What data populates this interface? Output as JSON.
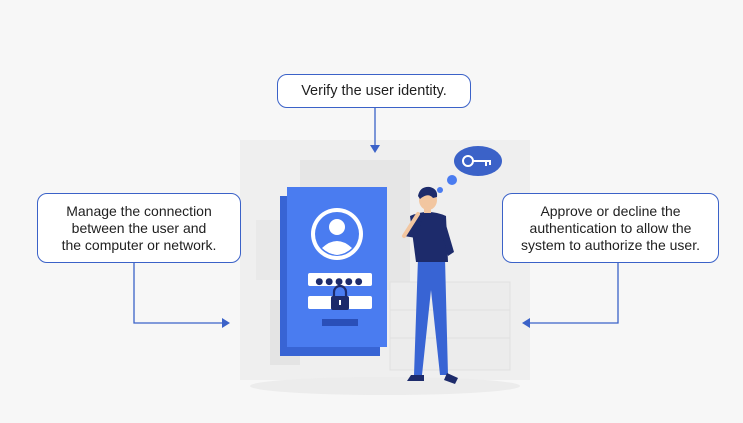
{
  "callouts": {
    "top": "Verify the user identity.",
    "left": [
      "Manage the connection",
      "between the user and",
      "the computer or network."
    ],
    "right": [
      "Approve or decline the",
      "authentication to allow the",
      "system to authorize the user."
    ]
  },
  "login_card": {
    "password_mask": "●●●●●"
  },
  "colors": {
    "accent": "#3b62c8",
    "card_blue": "#4a7cf0",
    "card_dark": "#3864d4",
    "figure_navy": "#1d2b6b",
    "background": "#f7f7f7"
  },
  "icons": [
    "user-avatar-icon",
    "padlock-icon",
    "key-icon",
    "thought-bubble"
  ]
}
